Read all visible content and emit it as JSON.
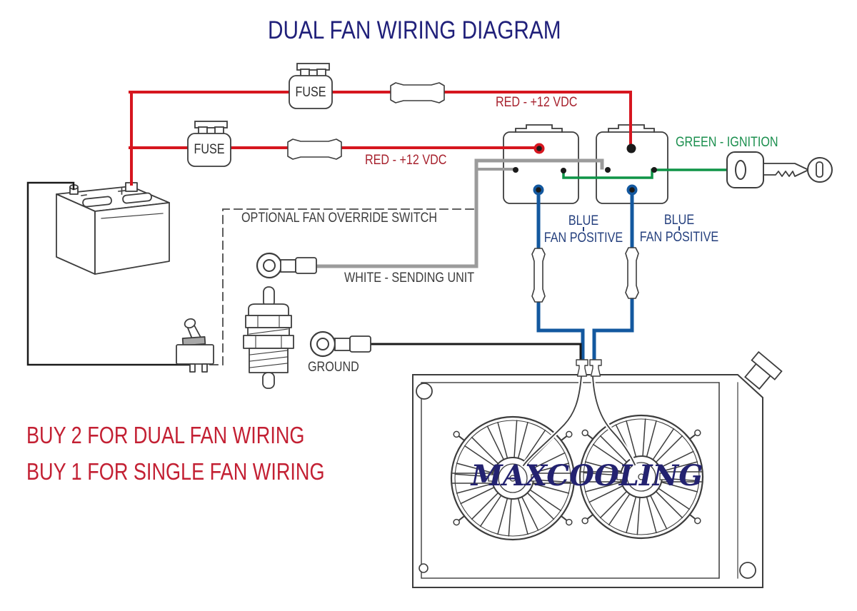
{
  "title": "DUAL FAN WIRING DIAGRAM",
  "labels": {
    "fuse_top": "FUSE",
    "fuse_mid": "FUSE",
    "red_top": "RED - +12 VDC",
    "red_mid": "RED - +12 VDC",
    "green": "GREEN - IGNITION",
    "blue_left_1": "BLUE",
    "blue_left_2": "FAN POSITIVE",
    "blue_right_1": "BLUE",
    "blue_right_2": "FAN POSITIVE",
    "override": "OPTIONAL FAN OVERRIDE SWITCH",
    "sending": "WHITE - SENDING UNIT",
    "ground": "GROUND",
    "brand": "MAXCOOLING"
  },
  "notes": {
    "buy2": "BUY 2 FOR DUAL FAN WIRING",
    "buy1": "BUY 1 FOR SINGLE FAN WIRING"
  },
  "icons": [
    "battery-icon",
    "fuse-holder-icon",
    "butt-connector-icon",
    "relay-icon",
    "ignition-key-icon",
    "ring-terminal-icon",
    "toggle-switch-icon",
    "temp-sender-icon",
    "radiator-icon",
    "fan-icon",
    "spade-connector-icon"
  ],
  "colors": {
    "wire_red": "#d6161f",
    "wire_green": "#0f9447",
    "wire_blue": "#13589f",
    "wire_gray": "#9b9b9b",
    "wire_black": "#1a1a1a",
    "title_navy": "#20207a",
    "label_red": "#a7222e",
    "buy_red": "#c32033",
    "label_blue": "#243f7d",
    "label_green": "#1b8f4e",
    "lineart": "#3d3d3d"
  }
}
